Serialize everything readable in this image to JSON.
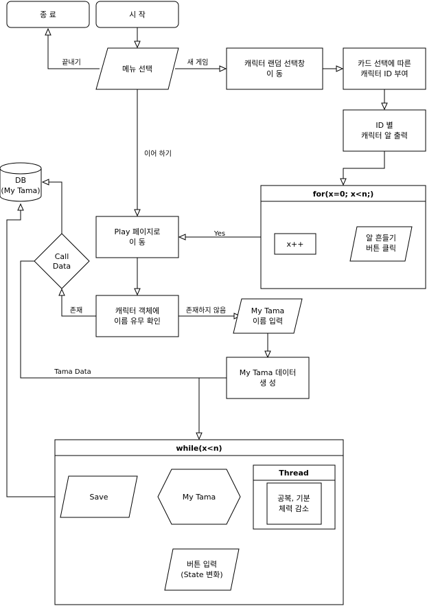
{
  "nodes": {
    "end": "종 료",
    "start": "시 작",
    "menu": "메뉴 선택",
    "random_select": [
      "캐릭터 랜덤 선택창",
      "이 동"
    ],
    "card_id": [
      "카드 선택에 따른",
      "캐릭터 ID 부여"
    ],
    "egg_output": [
      "ID 별",
      "캐릭터 알 출력"
    ],
    "for_loop": "for(x=0; x<n;)",
    "increment": "x++",
    "hatch_click": [
      "알 흔들기",
      "버튼 클릭"
    ],
    "play_page": [
      "Play 페이지로",
      "이 동"
    ],
    "db": [
      "DB",
      "(My Tama)"
    ],
    "call_data": [
      "Call",
      "Data"
    ],
    "name_check": [
      "캐릭터 객체에",
      "이름 유무 확인"
    ],
    "name_input": [
      "My Tama",
      "이름 입력"
    ],
    "create_data": [
      "My Tama 데이터",
      "생 성"
    ],
    "while_loop": "while(x<n)",
    "save": "Save",
    "my_tama": "My Tama",
    "thread": "Thread",
    "decrease": [
      "공복, 기분",
      "체력 감소"
    ],
    "button_input": [
      "버튼 입력",
      "(State 변화)"
    ]
  },
  "edges": {
    "quit": "끝내기",
    "new_game": "새 게임",
    "continue": "이어 하기",
    "yes": "Yes",
    "exists": "존재",
    "not_exists": "존재하지 않음",
    "tama_data": "Tama Data"
  }
}
